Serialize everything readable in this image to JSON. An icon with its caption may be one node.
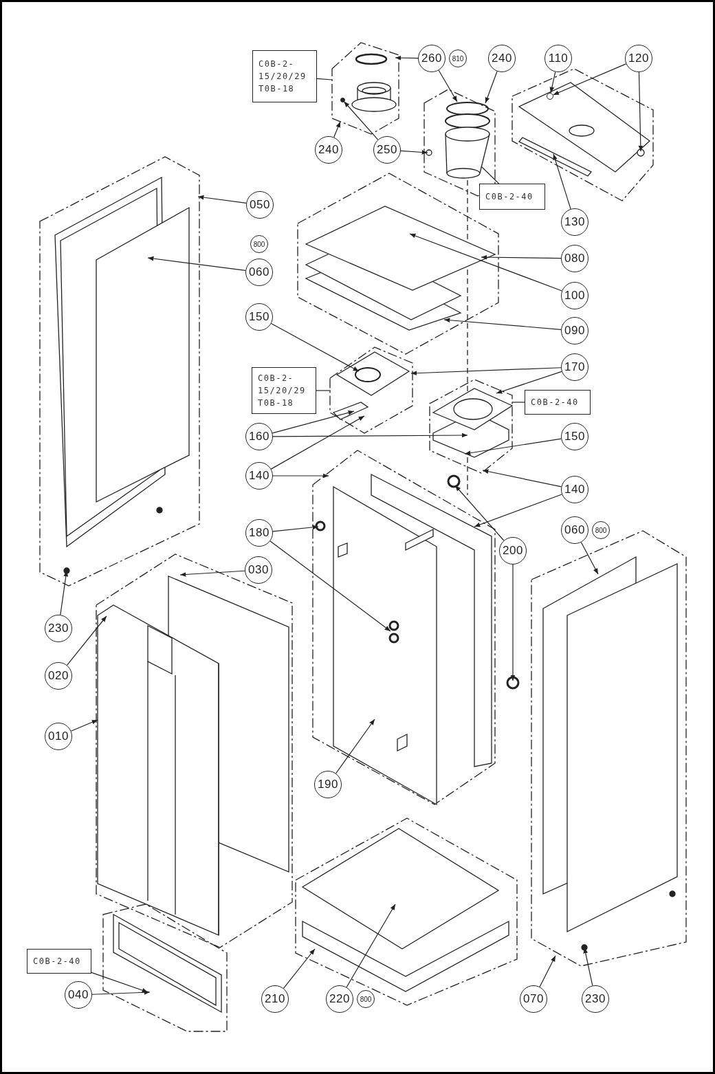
{
  "diagram": {
    "nodes": [
      {
        "text": [
          "C0B-2- 15/20/29 T0B-18"
        ]
      },
      {
        "text": [
          "260"
        ],
        "beside": [
          "810"
        ]
      },
      {
        "text": [
          "240"
        ]
      },
      {
        "text": [
          "110"
        ]
      },
      {
        "text": [
          "120"
        ]
      },
      {
        "text": [
          "240"
        ]
      },
      {
        "text": [
          "250"
        ]
      },
      {
        "text": [
          "C0B-2-40"
        ]
      },
      {
        "text": [
          "050"
        ]
      },
      {
        "text": [
          "130"
        ]
      },
      {
        "text": [
          "060"
        ],
        "beside": [
          "800"
        ]
      },
      {
        "text": [
          "080"
        ]
      },
      {
        "text": [
          "100"
        ]
      },
      {
        "text": [
          "150"
        ]
      },
      {
        "text": [
          "090"
        ]
      },
      {
        "text": [
          "170"
        ]
      },
      {
        "text": [
          "C0B-2- 15/20/29 T0B-18"
        ]
      },
      {
        "text": [
          "C0B-2-40"
        ]
      },
      {
        "text": [
          "160"
        ]
      },
      {
        "text": [
          "150"
        ]
      },
      {
        "text": [
          "140"
        ]
      },
      {
        "text": [
          "140"
        ]
      },
      {
        "text": [
          "060"
        ],
        "beside": [
          "800"
        ]
      },
      {
        "text": [
          "180"
        ]
      },
      {
        "text": [
          "200"
        ]
      },
      {
        "text": [
          "030"
        ]
      },
      {
        "text": [
          "230"
        ]
      },
      {
        "text": [
          "020"
        ]
      },
      {
        "text": [
          "010"
        ]
      },
      {
        "text": [
          "190"
        ]
      },
      {
        "text": [
          "C0B-2-40"
        ]
      },
      {
        "text": [
          "040"
        ]
      },
      {
        "text": [
          "210"
        ]
      },
      {
        "text": [
          "220"
        ],
        "beside": [
          "800"
        ]
      },
      {
        "text": [
          "070"
        ]
      },
      {
        "text": [
          "230"
        ]
      },
      {
        "text": [],
        "shape": "circle"
      },
      {
        "text": [],
        "shape": "circle"
      }
    ],
    "edges": [
      {
        "from": 0,
        "to": null,
        "arrow": "none"
      },
      {
        "from": 1,
        "to": null,
        "arrow": "to"
      },
      {
        "from": 1,
        "to": null,
        "arrow": "to"
      },
      {
        "from": 2,
        "to": null,
        "arrow": "to"
      },
      {
        "from": 3,
        "to": 37,
        "arrow": "to"
      },
      {
        "from": 4,
        "to": 37,
        "arrow": "to"
      },
      {
        "from": 4,
        "to": null,
        "arrow": "to"
      },
      {
        "from": 5,
        "to": null,
        "arrow": "to"
      },
      {
        "from": 6,
        "to": 36,
        "arrow": "to"
      },
      {
        "from": 6,
        "to": null,
        "arrow": "to"
      },
      {
        "from": 7,
        "to": null,
        "arrow": "none"
      },
      {
        "from": 8,
        "to": null,
        "arrow": "to"
      },
      {
        "from": 9,
        "to": null,
        "arrow": "to"
      },
      {
        "from": 10,
        "to": null,
        "arrow": "to"
      },
      {
        "from": 11,
        "to": null,
        "arrow": "to"
      },
      {
        "from": 12,
        "to": null,
        "arrow": "to"
      },
      {
        "from": 13,
        "to": null,
        "arrow": "to"
      },
      {
        "from": 14,
        "to": null,
        "arrow": "to"
      },
      {
        "from": 15,
        "to": null,
        "arrow": "to"
      },
      {
        "from": 15,
        "to": null,
        "arrow": "to"
      },
      {
        "from": 16,
        "to": null,
        "arrow": "none"
      },
      {
        "from": 17,
        "to": null,
        "arrow": "none"
      },
      {
        "from": 18,
        "to": null,
        "arrow": "to"
      },
      {
        "from": 18,
        "to": null,
        "arrow": "to"
      },
      {
        "from": 19,
        "to": null,
        "arrow": "to"
      },
      {
        "from": 20,
        "to": null,
        "arrow": "to"
      },
      {
        "from": 20,
        "to": null,
        "arrow": "to"
      },
      {
        "from": 21,
        "to": null,
        "arrow": "to"
      },
      {
        "from": 21,
        "to": null,
        "arrow": "to"
      },
      {
        "from": 22,
        "to": null,
        "arrow": "to"
      },
      {
        "from": 23,
        "to": null,
        "arrow": "to"
      },
      {
        "from": 23,
        "to": null,
        "arrow": "to"
      },
      {
        "from": 24,
        "to": null,
        "arrow": "to"
      },
      {
        "from": 24,
        "to": null,
        "arrow": "to"
      },
      {
        "from": 25,
        "to": null,
        "arrow": "to"
      },
      {
        "from": 26,
        "to": null,
        "arrow": "to"
      },
      {
        "from": 27,
        "to": null,
        "arrow": "to"
      },
      {
        "from": 28,
        "to": null,
        "arrow": "to"
      },
      {
        "from": 29,
        "to": null,
        "arrow": "to"
      },
      {
        "from": 30,
        "to": null,
        "arrow": "to"
      },
      {
        "from": 31,
        "to": null,
        "arrow": "to"
      },
      {
        "from": 32,
        "to": null,
        "arrow": "to"
      },
      {
        "from": 33,
        "to": null,
        "arrow": "to"
      },
      {
        "from": 34,
        "to": null,
        "arrow": "to"
      },
      {
        "from": 35,
        "to": null,
        "arrow": "to"
      }
    ]
  }
}
